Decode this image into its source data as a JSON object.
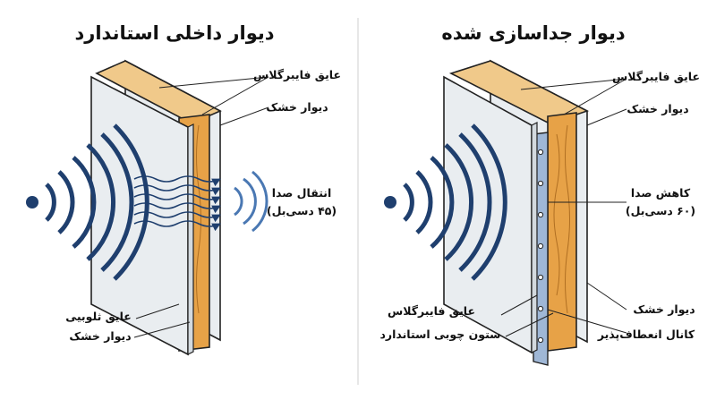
{
  "left_panel": {
    "title": "دیوار داخلی استاندارد",
    "labels": {
      "fiberglass_insulation": "عایق فایبرگلاس",
      "drywall": "دیوار خشک",
      "sound_transmission": "انتقال صدا",
      "sound_db": "(۴۵ دسی‌بل)",
      "insulation_bottom": "عایق ثلوبیی",
      "drywall_bottom": "دیوار خشک"
    }
  },
  "right_panel": {
    "title": "دیوار جداسازی شده",
    "labels": {
      "fiberglass_insulation": "عایق فایبرگلاس",
      "drywall": "دیوار خشک",
      "sound_reduction": "کاهش صدا",
      "sound_db": "(۶۰ دسی‌بل)",
      "fiberglass_bottom": "عایق فایبرگلاس",
      "wood_stud": "ستون چوبی استاندارد",
      "drywall_bottom": "دیوار خشک",
      "resilient_channel": "کانال انعطاف‌پذیر"
    }
  },
  "colors": {
    "wave": "#1f3f6e",
    "wood": "#e7a247",
    "wood_dark": "#b06f22",
    "insulation": "#f0c98a",
    "drywall": "#e9edf0",
    "channel": "#9fb7d6",
    "outline": "#222222"
  }
}
